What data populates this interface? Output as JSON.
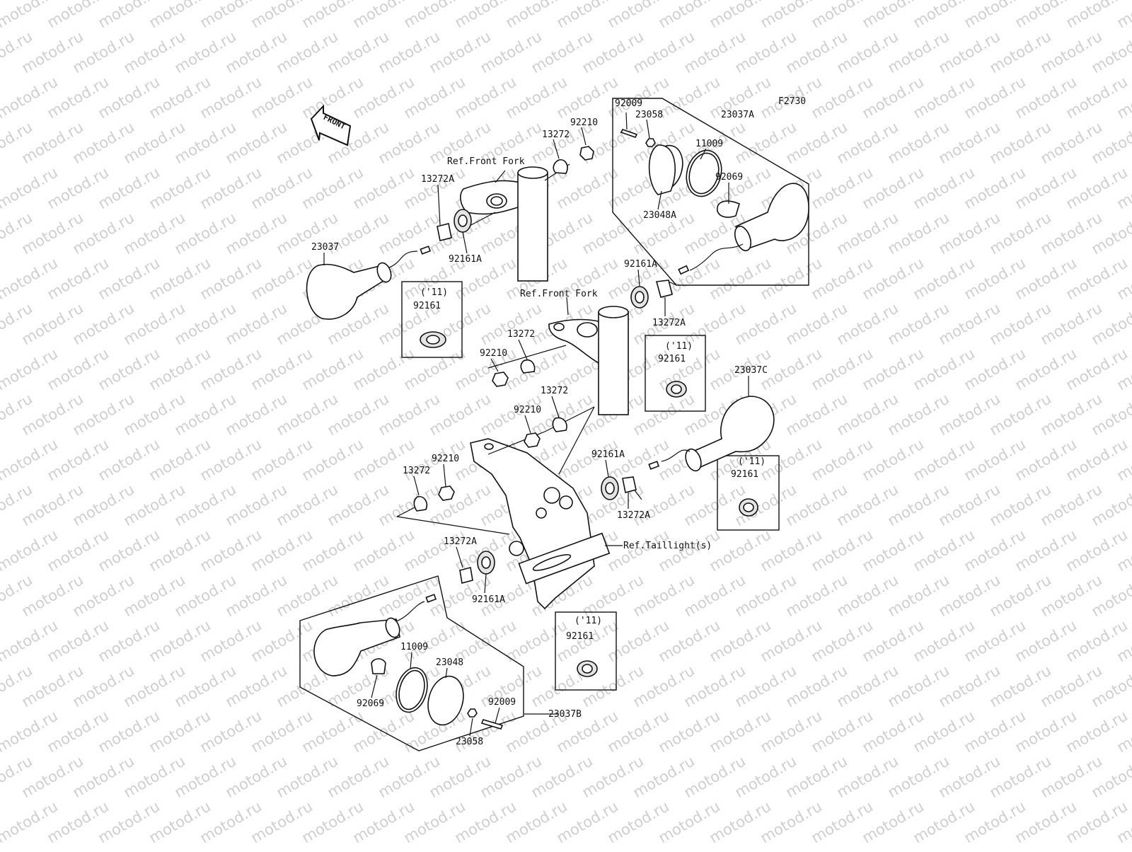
{
  "diagram": {
    "code": "F2730",
    "front_arrow": "FRONT",
    "watermark": "motod.ru",
    "refs": {
      "front_fork_1": "Ref.Front Fork",
      "front_fork_2": "Ref.Front Fork",
      "taillight": "Ref.Taillight(s)"
    },
    "parts": {
      "p92009_top": "92009",
      "p23058_top": "23058",
      "p23037A": "23037A",
      "p11009_top": "11009",
      "p92069_top": "92069",
      "p23048A": "23048A",
      "p92210_a": "92210",
      "p13272_a": "13272",
      "p13272A_a": "13272A",
      "p92161A_a": "92161A",
      "p23037": "23037",
      "p92161A_b": "92161A",
      "p13272A_b": "13272A",
      "p13272_b": "13272",
      "p92210_b": "92210",
      "p13272_c": "13272",
      "p92210_c": "92210",
      "p23037C": "23037C",
      "p92210_d": "92210",
      "p13272_d": "13272",
      "p92161A_c": "92161A",
      "p13272A_c": "13272A",
      "p13272A_d": "13272A",
      "p92161A_d": "92161A",
      "p11009_bot": "11009",
      "p23048": "23048",
      "p92069_bot": "92069",
      "p92009_bot": "92009",
      "p23058_bot": "23058",
      "p23037B": "23037B"
    },
    "inset_boxes": [
      {
        "year": "('11)",
        "part": "92161"
      },
      {
        "year": "('11)",
        "part": "92161"
      },
      {
        "year": "('11)",
        "part": "92161"
      },
      {
        "year": "('11)",
        "part": "92161"
      }
    ]
  }
}
